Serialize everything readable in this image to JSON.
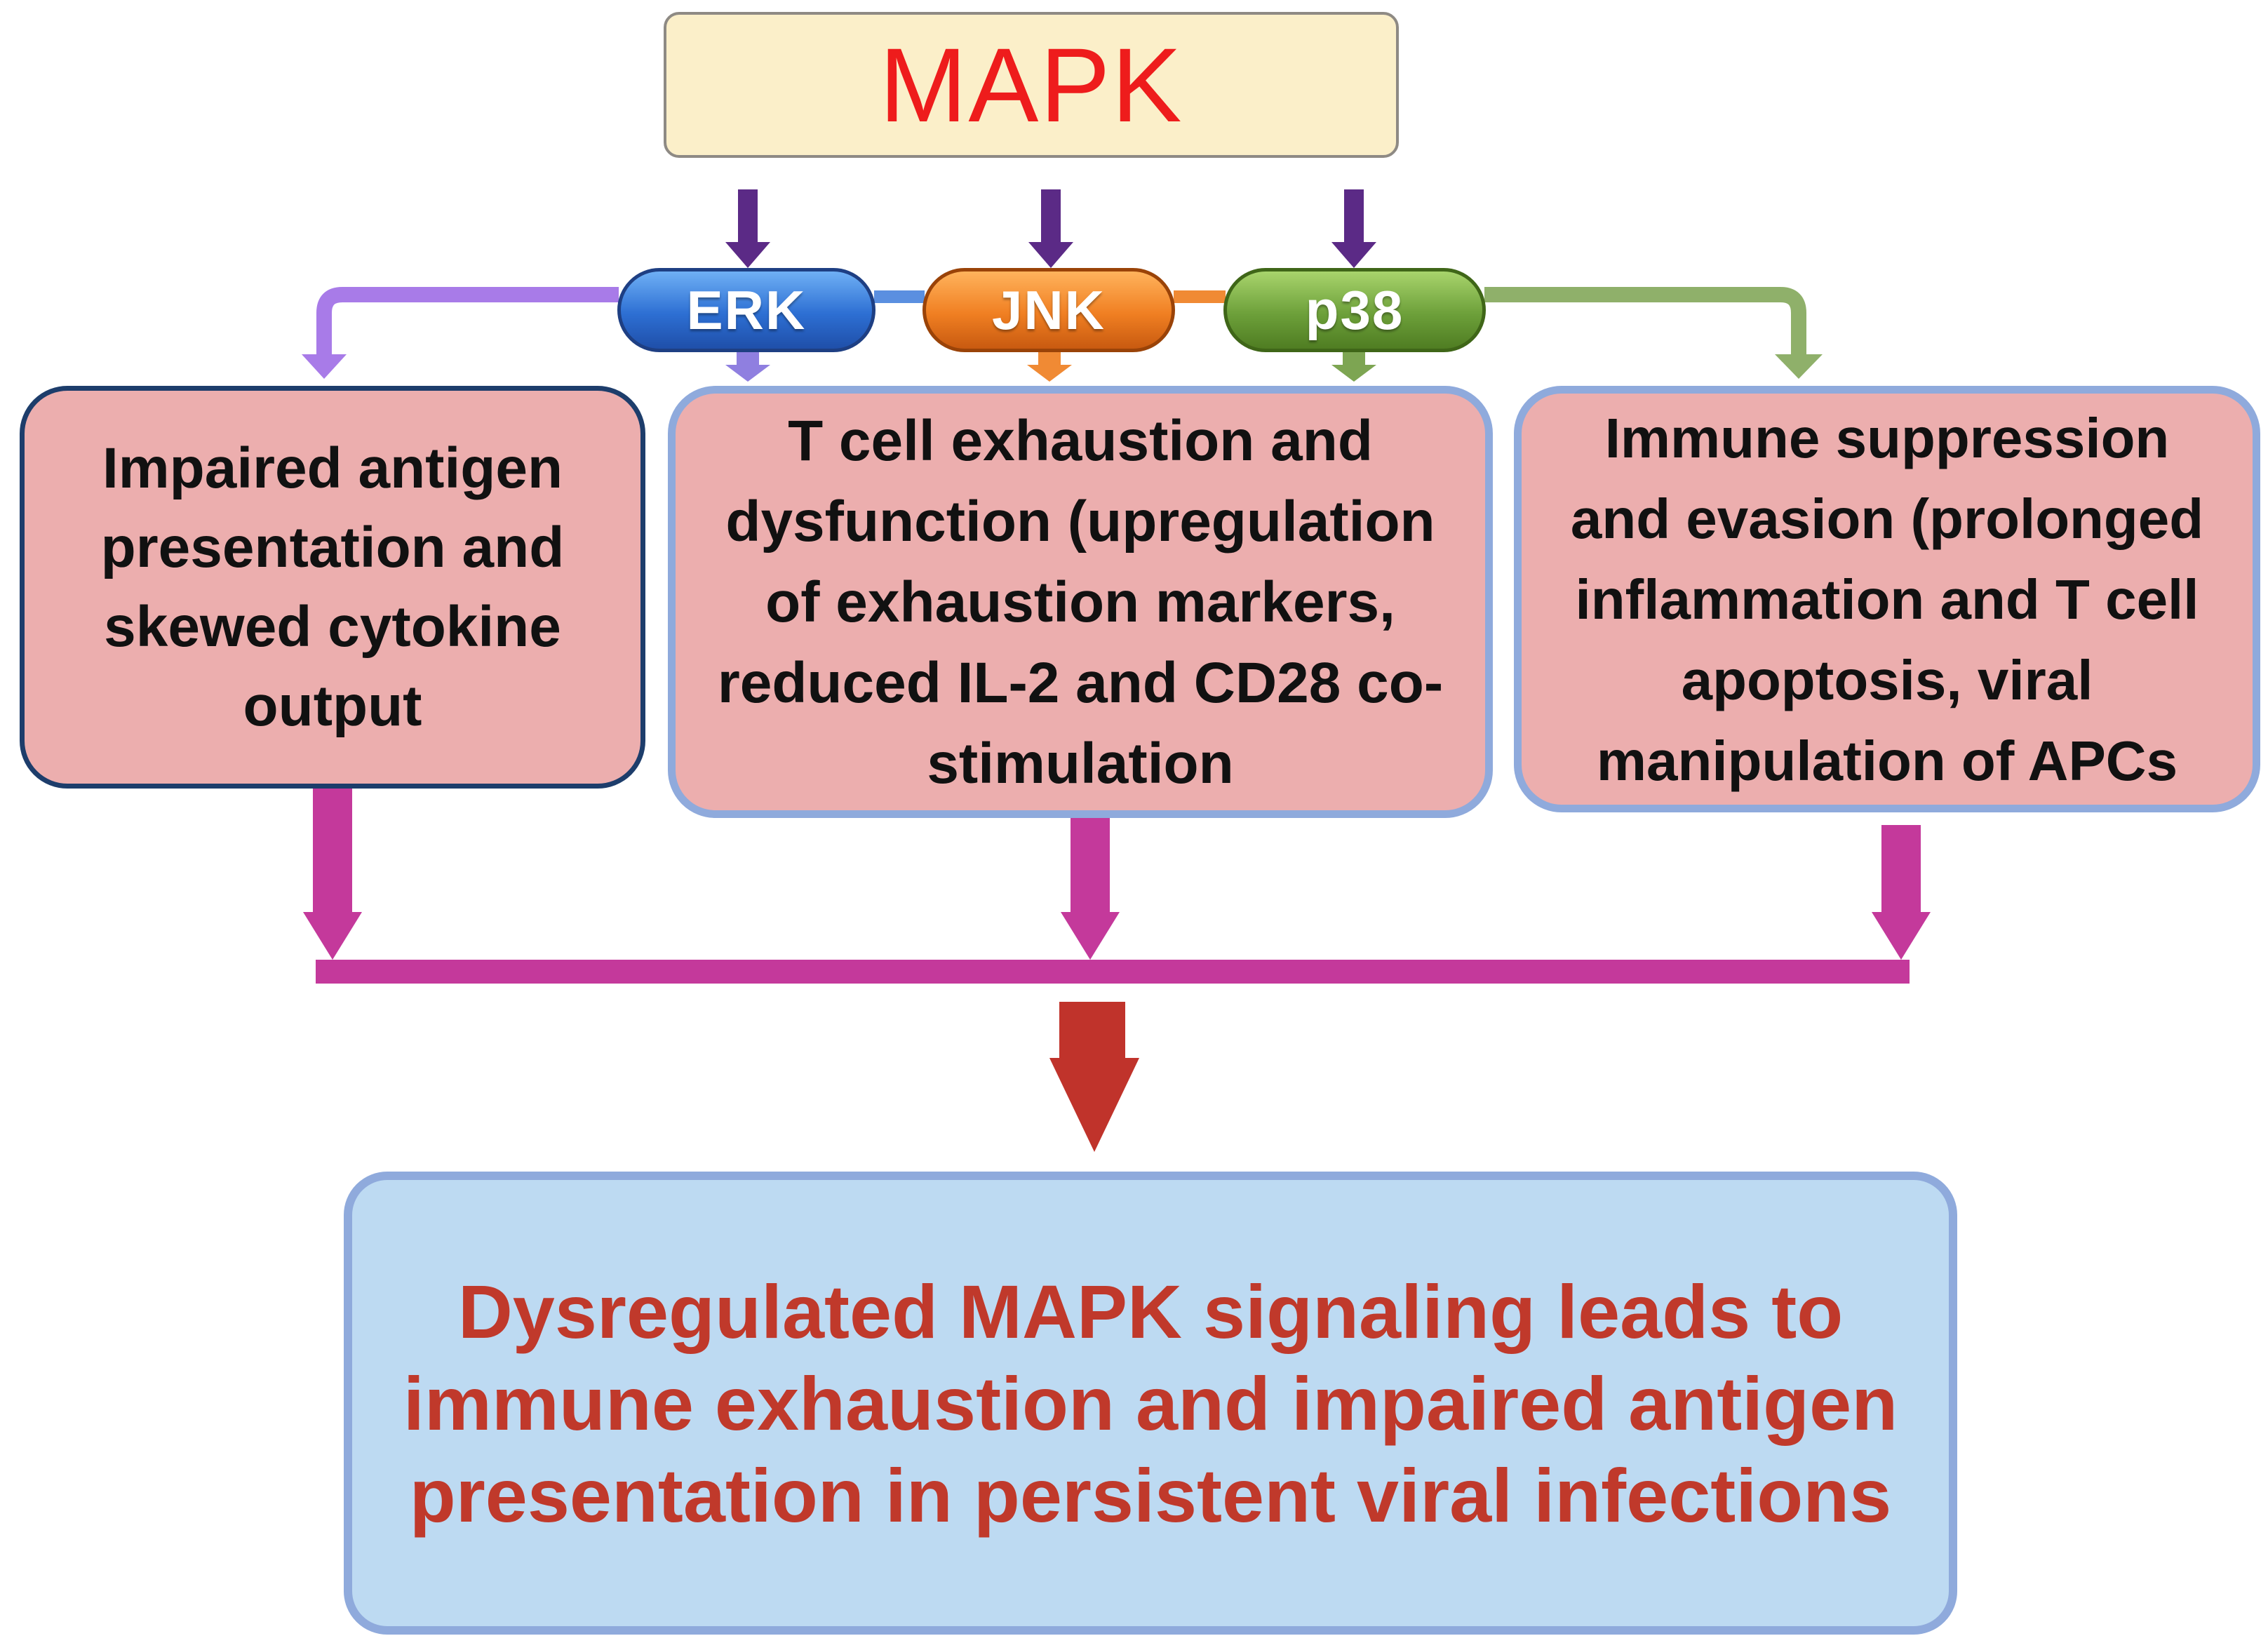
{
  "source": {
    "label": "MAPK"
  },
  "kinases": [
    {
      "label": "ERK",
      "color": "#2d6fd3"
    },
    {
      "label": "JNK",
      "color": "#f07f22"
    },
    {
      "label": "p38",
      "color": "#6da03a"
    }
  ],
  "effects": {
    "antigen": {
      "lines": [
        "Impaired antigen",
        "presentation and",
        "skewed cytokine",
        "output"
      ]
    },
    "exhaustion": {
      "lines": [
        "T cell exhaustion and",
        "dysfunction (upregulation",
        "of exhaustion markers,",
        "reduced IL-2 and CD28 co-",
        "stimulation"
      ]
    },
    "suppression": {
      "lines": [
        "Immune suppression",
        "and evasion (prolonged",
        "inflammation and T cell",
        "apoptosis, viral",
        "manipulation of APCs"
      ]
    }
  },
  "conclusion": {
    "lines": [
      "Dysregulated MAPK signaling leads to",
      "immune exhaustion and impaired antigen",
      "presentation in persistent viral infections"
    ]
  },
  "colors": {
    "title_red": "#ee1c1c",
    "conclusion_red": "#c0392b",
    "effect_fill": "#ecaeae",
    "conclusion_fill": "#bddaf2",
    "arrow_magenta": "#c4399b",
    "arrow_red": "#c0332b",
    "arrow_purple": "#5b2a86"
  }
}
